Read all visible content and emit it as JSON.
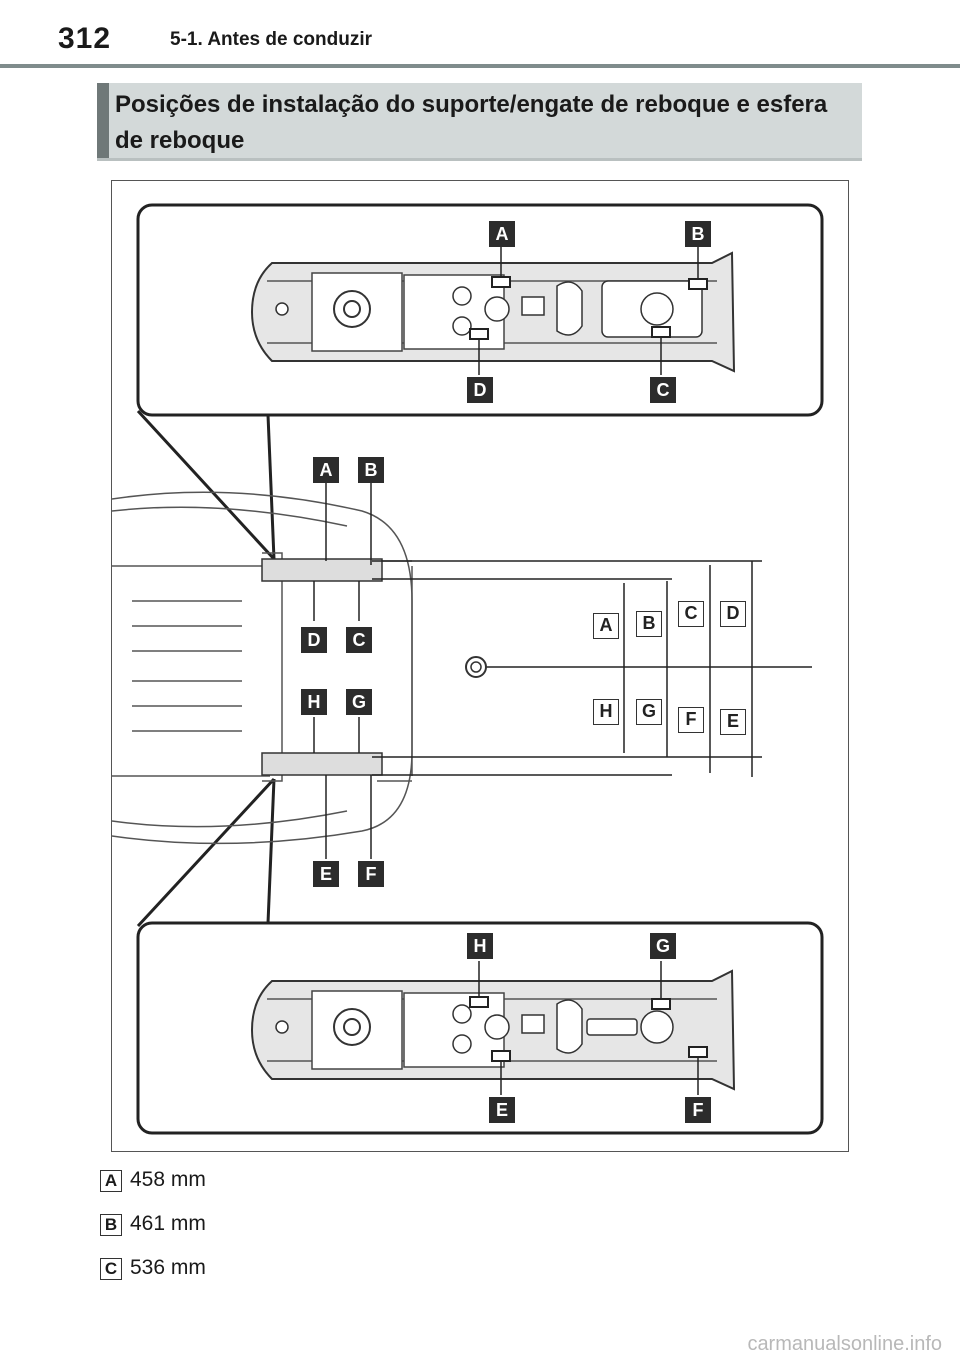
{
  "header": {
    "page_number": "312",
    "chapter": "5-1. Antes de conduzir"
  },
  "section": {
    "title": "Posições de instalação do suporte/engate de reboque e esfera de reboque"
  },
  "figure": {
    "top_callouts": [
      "A",
      "B",
      "C",
      "D"
    ],
    "vehicle_callouts": [
      "A",
      "B",
      "C",
      "D",
      "E",
      "F",
      "G",
      "H"
    ],
    "dimension_callouts": [
      "A",
      "B",
      "C",
      "D",
      "E",
      "F",
      "G",
      "H"
    ],
    "bottom_callouts": [
      "E",
      "F",
      "G",
      "H"
    ]
  },
  "legend": [
    {
      "key": "A",
      "value": "458 mm"
    },
    {
      "key": "B",
      "value": "461 mm"
    },
    {
      "key": "C",
      "value": "536 mm"
    }
  ],
  "watermark": "carmanualsonline.info"
}
